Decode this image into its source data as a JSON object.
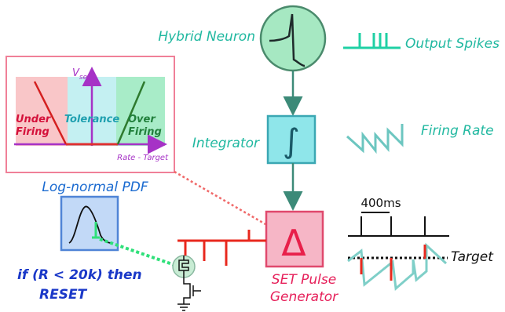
{
  "colors": {
    "neuron_fill": "#a6e8c2",
    "neuron_stroke": "#4a8a6c",
    "integrator_fill": "#8fe6ea",
    "integrator_stroke": "#3aa7b3",
    "pulse_fill": "#f6b6c6",
    "pulse_stroke": "#e0496d",
    "pdf_fill": "#c2d9f7",
    "pdf_stroke": "#4f84d6",
    "teal_text": "#20b8a0",
    "spike_color": "#1fd0a4",
    "pink_text": "#e6205a",
    "blue_text": "#1a38c8",
    "red_line": "#e8281e",
    "arrow": "#3c8a78",
    "dotted_green": "#2fe07a",
    "dotted_red": "#f06a6a",
    "under_zone": "#f9c6c8",
    "tolerance_zone": "#c4f0f2",
    "over_zone": "#a8ecc8",
    "vset_axis": "#a632c6",
    "inset_border": "#f08098"
  },
  "icons": {
    "neuron": "spike-waveform-icon",
    "integrator": "integral-icon",
    "pulse_generator": "delta-icon",
    "pdf": "bell-curve-icon"
  },
  "labels": {
    "hybrid_neuron": "Hybrid Neuron",
    "output_spikes": "Output Spikes",
    "integrator": "Integrator",
    "firing_rate": "Firing Rate",
    "log_normal_pdf": "Log-normal PDF",
    "condition_line1": "if (R < 20k) then",
    "condition_line2": "RESET",
    "set_pulse_line1": "SET Pulse",
    "set_pulse_line2": "Generator",
    "time_scale": "400ms",
    "target": "Target",
    "integral_glyph": "∫",
    "delta_glyph": "Δ"
  },
  "inset": {
    "vset_label": "V",
    "vset_subscript": "set",
    "under_line1": "Under",
    "under_line2": "Firing",
    "tolerance": "Tolerance",
    "over_line1": "Over",
    "over_line2": "Firing",
    "x_axis_label": "Rate - Target"
  }
}
